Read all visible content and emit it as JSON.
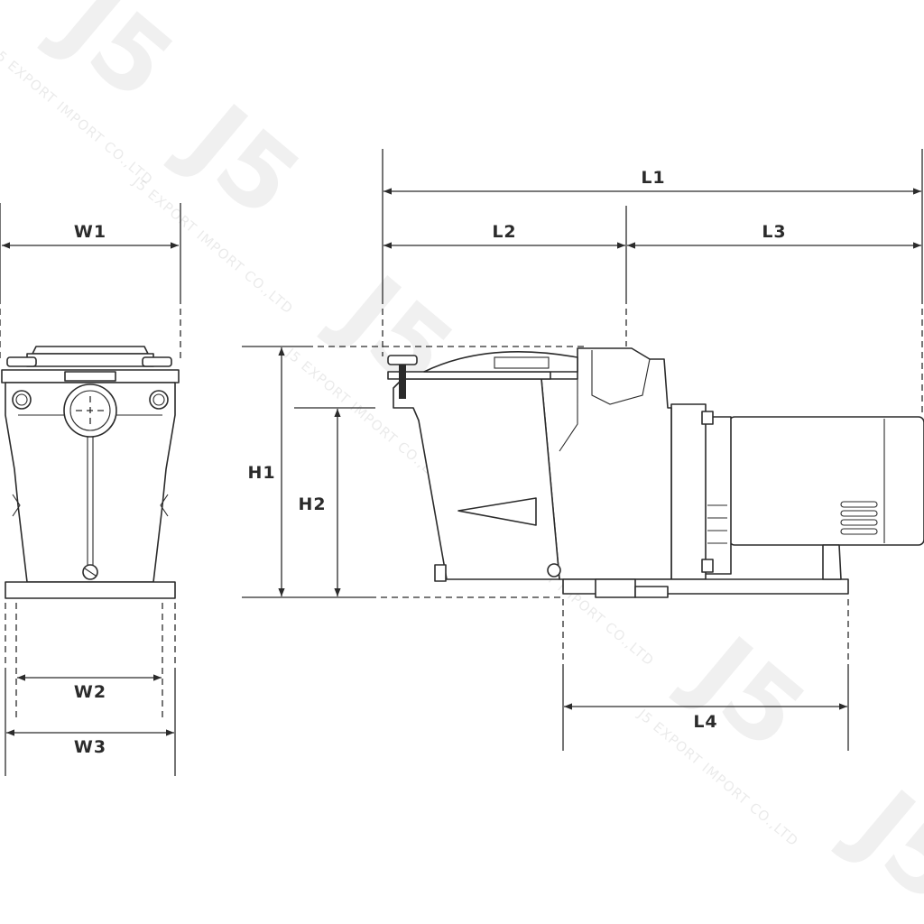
{
  "dimensions": {
    "W1": "W1",
    "W2": "W2",
    "W3": "W3",
    "L1": "L1",
    "L2": "L2",
    "L3": "L3",
    "L4": "L4",
    "H1": "H1",
    "H2": "H2"
  },
  "watermark": {
    "logo": "J5",
    "company": "J5 EXPORT IMPORT CO.,LTD"
  },
  "colors": {
    "line": "#2b2b2b",
    "background": "#ffffff"
  }
}
